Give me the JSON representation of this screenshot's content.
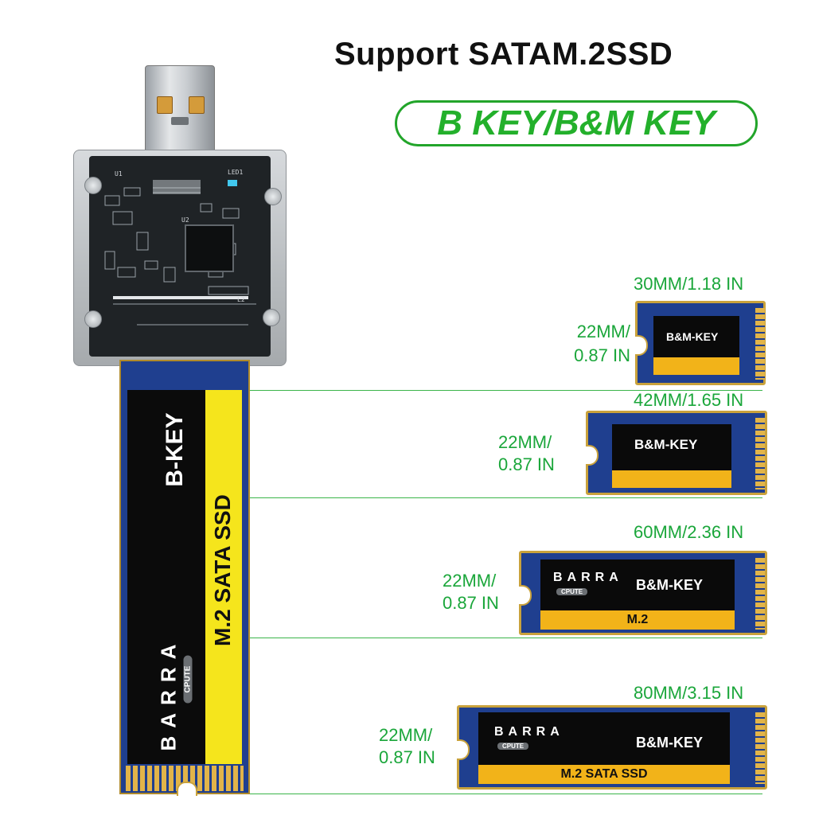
{
  "title": "Support SATAM.2SSD",
  "key_badge": "B KEY/B&M KEY",
  "adapter": {
    "pcb_labels": [
      "LED1",
      "U1",
      "U2",
      "L2"
    ],
    "ssd_key_label": "B-KEY",
    "ssd_product_label": "M.2 SATA SSD",
    "brand": "BARRA",
    "brand_sub": "CPUTE"
  },
  "sizes": [
    {
      "length": "30MM/1.18 IN",
      "width_line1": "22MM/",
      "width_line2": "0.87 IN",
      "key_label": "B&M-KEY",
      "brand": "",
      "brand_sub": "",
      "strip_label": ""
    },
    {
      "length": "42MM/1.65 IN",
      "width_line1": "22MM/",
      "width_line2": "0.87 IN",
      "key_label": "B&M-KEY",
      "brand": "",
      "brand_sub": "",
      "strip_label": ""
    },
    {
      "length": "60MM/2.36 IN",
      "width_line1": "22MM/",
      "width_line2": "0.87 IN",
      "key_label": "B&M-KEY",
      "brand": "BARRA",
      "brand_sub": "CPUTE",
      "strip_label": "M.2"
    },
    {
      "length": "80MM/3.15 IN",
      "width_line1": "22MM/",
      "width_line2": "0.87 IN",
      "key_label": "B&M-KEY",
      "brand": "BARRA",
      "brand_sub": "CPUTE",
      "strip_label": "M.2 SATA SSD"
    }
  ],
  "colors": {
    "accent_green": "#23b02b",
    "pcb_blue": "#1f3f8f",
    "label_yellow": "#f2b319"
  }
}
